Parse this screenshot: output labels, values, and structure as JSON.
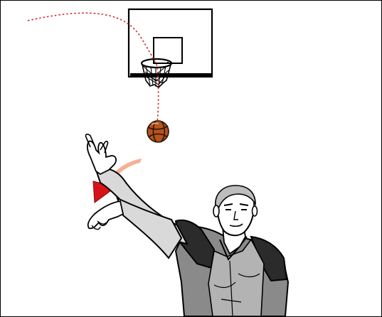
{
  "illustration": {
    "subject": "basketball-referee-signal",
    "colors": {
      "outline": "#000000",
      "trajectory": "#d62828",
      "arrow": "#d7141a",
      "motion_swoosh": "#f3a98a",
      "ball": "#b5541d",
      "ball_seam": "#2a1406",
      "skin": "#ffffff",
      "arm_shade": "#d9d9d9",
      "hair": "#bdbdbd",
      "shirt_dark": "#2b2b2b",
      "shirt_grey": "#8a8a8a",
      "shirt_mid": "#b3b3b3"
    },
    "icons": [
      "backboard",
      "hoop-net",
      "basketball",
      "trajectory-dotted-line",
      "motion-arrow",
      "referee-figure"
    ]
  }
}
